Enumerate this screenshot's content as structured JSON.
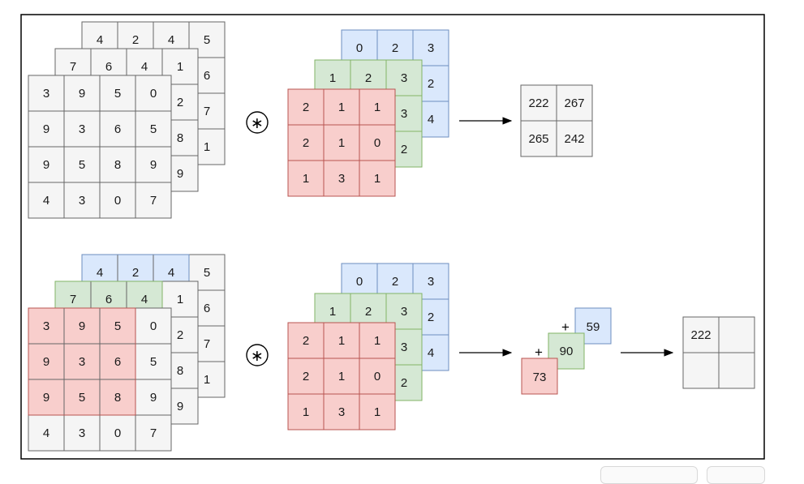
{
  "colors": {
    "gray_fill": "#f5f5f5",
    "gray_stroke": "#666666",
    "blue_fill": "#dae8fc",
    "blue_stroke": "#6c8ebf",
    "green_fill": "#d5e8d4",
    "green_stroke": "#82b366",
    "red_fill": "#f8cecc",
    "red_stroke": "#b85450",
    "frame": "#000000"
  },
  "conv_symbol": "∗",
  "input_layers": [
    [
      [
        "4",
        "2",
        "4",
        "5"
      ],
      [
        "",
        "",
        "",
        "6"
      ],
      [
        "",
        "",
        "",
        "7"
      ],
      [
        "",
        "",
        "",
        "1"
      ]
    ],
    [
      [
        "7",
        "6",
        "4",
        "1"
      ],
      [
        "",
        "",
        "",
        "2"
      ],
      [
        "",
        "",
        "",
        "8"
      ],
      [
        "",
        "",
        "",
        "9"
      ]
    ],
    [
      [
        "3",
        "9",
        "5",
        "0"
      ],
      [
        "9",
        "3",
        "6",
        "5"
      ],
      [
        "9",
        "5",
        "8",
        "9"
      ],
      [
        "4",
        "3",
        "0",
        "7"
      ]
    ]
  ],
  "kernel_layers": [
    [
      [
        "0",
        "2",
        "3"
      ],
      [
        "",
        "",
        "2"
      ],
      [
        "",
        "",
        "4"
      ]
    ],
    [
      [
        "1",
        "2",
        "3"
      ],
      [
        "",
        "",
        "3"
      ],
      [
        "",
        "",
        "2"
      ]
    ],
    [
      [
        "2",
        "1",
        "1"
      ],
      [
        "2",
        "1",
        "0"
      ],
      [
        "1",
        "3",
        "1"
      ]
    ]
  ],
  "output_top": [
    [
      "222",
      "267"
    ],
    [
      "265",
      "242"
    ]
  ],
  "partial_sums": {
    "blue": "59",
    "green": "90",
    "red": "73",
    "plus_blue": "+",
    "plus_green": "+"
  },
  "output_bottom": [
    [
      "222",
      ""
    ],
    [
      "",
      ""
    ]
  ]
}
